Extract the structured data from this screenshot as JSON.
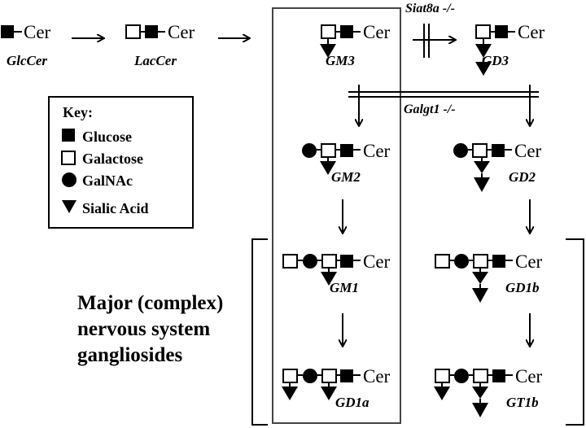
{
  "cer_label": "Cer",
  "compounds": {
    "glccer": "GlcCer",
    "laccer": "LacCer",
    "gm3": "GM3",
    "gd3": "GD3",
    "gm2": "GM2",
    "gd2": "GD2",
    "gm1": "GM1",
    "gd1b": "GD1b",
    "gd1a": "GD1a",
    "gt1b": "GT1b"
  },
  "mutants": {
    "siat8a": "Siat8a -/-",
    "galgt1": "Galgt1 -/-"
  },
  "key": {
    "title": "Key:",
    "items": [
      {
        "symbol": "filled-square",
        "label": "Glucose"
      },
      {
        "symbol": "open-square",
        "label": "Galactose"
      },
      {
        "symbol": "filled-circle",
        "label": "GalNAc"
      },
      {
        "symbol": "filled-triangle",
        "label": "Sialic Acid"
      }
    ]
  },
  "major_label": {
    "line1": "Major (complex)",
    "line2": "nervous system",
    "line3": "gangliosides"
  }
}
